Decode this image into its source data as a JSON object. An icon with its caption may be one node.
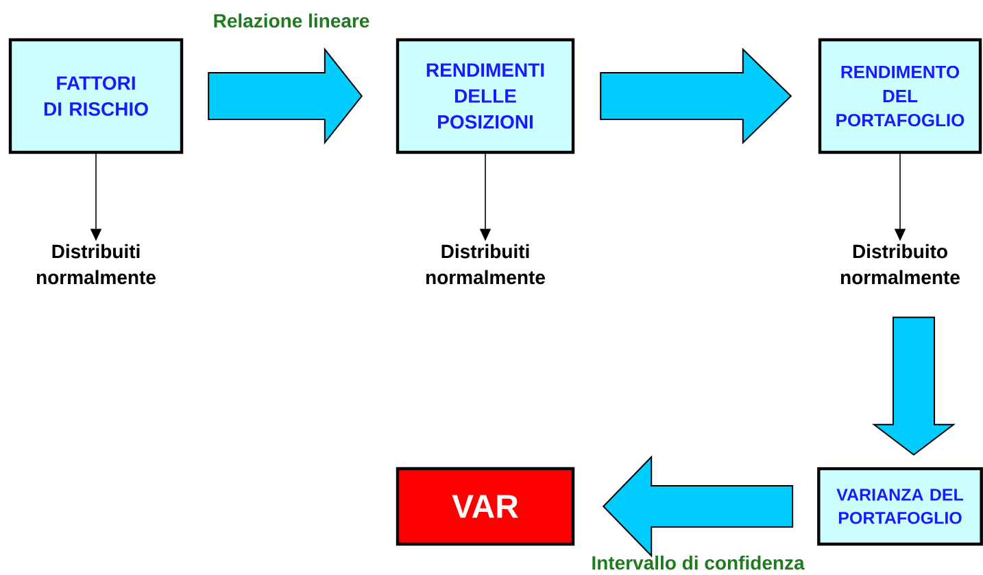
{
  "diagram": {
    "nodes": [
      {
        "text": [
          "FATTORI DI RISCHIO"
        ]
      },
      {
        "text": [
          "RENDIMENTI DELLE POSIZIONI"
        ]
      },
      {
        "text": [
          "RENDIMENTO DEL PORTAFOGLIO"
        ]
      },
      {
        "text": [
          "Distribuiti normalmente"
        ]
      },
      {
        "text": [
          "Distribuiti normalmente"
        ]
      },
      {
        "text": [
          "Distribuito normalmente"
        ]
      },
      {
        "text": [
          "VARIANZA DEL PORTAFOGLIO"
        ]
      },
      {
        "text": [
          "VAR"
        ]
      }
    ],
    "edges": [
      {
        "from": 0,
        "to": 1,
        "arrow": "to",
        "style": "thick",
        "label": "Relazione lineare"
      },
      {
        "from": 1,
        "to": 2,
        "arrow": "to",
        "style": "thick"
      },
      {
        "from": 0,
        "to": 3,
        "arrow": "to"
      },
      {
        "from": 1,
        "to": 4,
        "arrow": "to"
      },
      {
        "from": 2,
        "to": 5,
        "arrow": "to"
      },
      {
        "from": 5,
        "to": 6,
        "arrow": "to",
        "style": "thick"
      },
      {
        "from": 6,
        "to": 7,
        "arrow": "to",
        "style": "thick",
        "label": "Intervallo di confidenza"
      }
    ]
  }
}
